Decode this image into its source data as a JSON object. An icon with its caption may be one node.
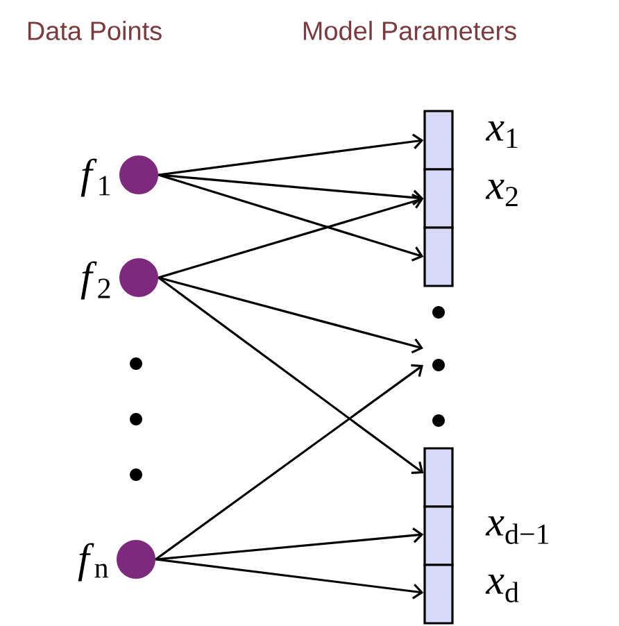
{
  "diagram": {
    "nodes": [
      {
        "text": [
          "*f*$_{1}$"
        ]
      },
      {
        "text": [
          "*f*$_{2}$"
        ]
      },
      {
        "text": [
          "*f*$_{n}$"
        ]
      },
      {
        "text": [],
        "shape": "box",
        "beside": [
          "*x*$_{1}$"
        ]
      },
      {
        "text": [],
        "shape": "box",
        "beside": [
          "*x*$_{2}$"
        ]
      },
      {
        "text": [],
        "shape": "box"
      },
      {
        "text": [],
        "shape": "box"
      },
      {
        "text": [],
        "shape": "box",
        "beside": [
          "*x*$_{d−1}$"
        ]
      },
      {
        "text": [],
        "shape": "box",
        "beside": [
          "*x*$_{d}$"
        ]
      }
    ],
    "edges": [
      {
        "from": 0,
        "to": 3,
        "arrow": "to"
      },
      {
        "from": 0,
        "to": 4,
        "arrow": "to"
      },
      {
        "from": 0,
        "to": 5,
        "arrow": "to"
      },
      {
        "from": 1,
        "to": 4,
        "arrow": "to"
      },
      {
        "from": 1,
        "to": null,
        "arrow": "to"
      },
      {
        "from": 1,
        "to": 6,
        "arrow": "to"
      },
      {
        "from": 2,
        "to": null,
        "arrow": "to"
      },
      {
        "from": 2,
        "to": 7,
        "arrow": "to"
      },
      {
        "from": 2,
        "to": 8,
        "arrow": "to"
      }
    ],
    "labels": [
      "Data Points",
      "Model Parameters"
    ]
  }
}
